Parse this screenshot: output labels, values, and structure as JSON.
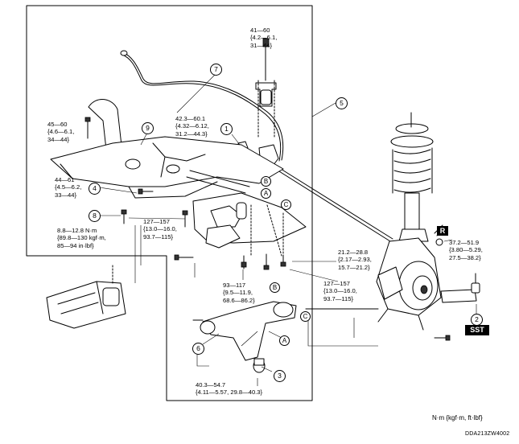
{
  "torques": {
    "t1": "41—60\n{4.2—6.1,\n31—44}",
    "t2": "45—60\n{4.6—6.1,\n34—44}",
    "t3": "42.3—60.1\n{4.32—6.12,\n31.2—44.3}",
    "t4": "44—61\n{4.5—6.2,\n33—44}",
    "t5": "8.8—12.8 N·m\n{89.8—130 kgf·m,\n85—94 in·lbf}",
    "t6": "127—157\n{13.0—16.0,\n93.7—115}",
    "t7": "21.2—28.8\n{2.17—2.93,\n15.7—21.2}",
    "t8": "93—117\n{9.5—11.9,\n68.6—86.2}",
    "t9": "127—157\n{13.0—16.0,\n93.7—115}",
    "t10": "37.2—51.9\n{3.80—5.29,\n27.5—38.2}",
    "t11": "40.3—54.7\n{4.11—5.57, 29.8—40.3}"
  },
  "callouts": {
    "n1": "1",
    "n2": "2",
    "n3": "3",
    "n4": "4",
    "n5": "5",
    "n6": "6",
    "n7": "7",
    "n8": "8",
    "n9": "9"
  },
  "letters": {
    "a1": "A",
    "a2": "A",
    "b1": "B",
    "b2": "B",
    "c1": "C",
    "c2": "C"
  },
  "badges": {
    "replace": "R",
    "special_tool": "SST"
  },
  "footer": {
    "units": "N·m {kgf·m, ft·lbf}",
    "doc_id": "DDA213ZW4002"
  }
}
